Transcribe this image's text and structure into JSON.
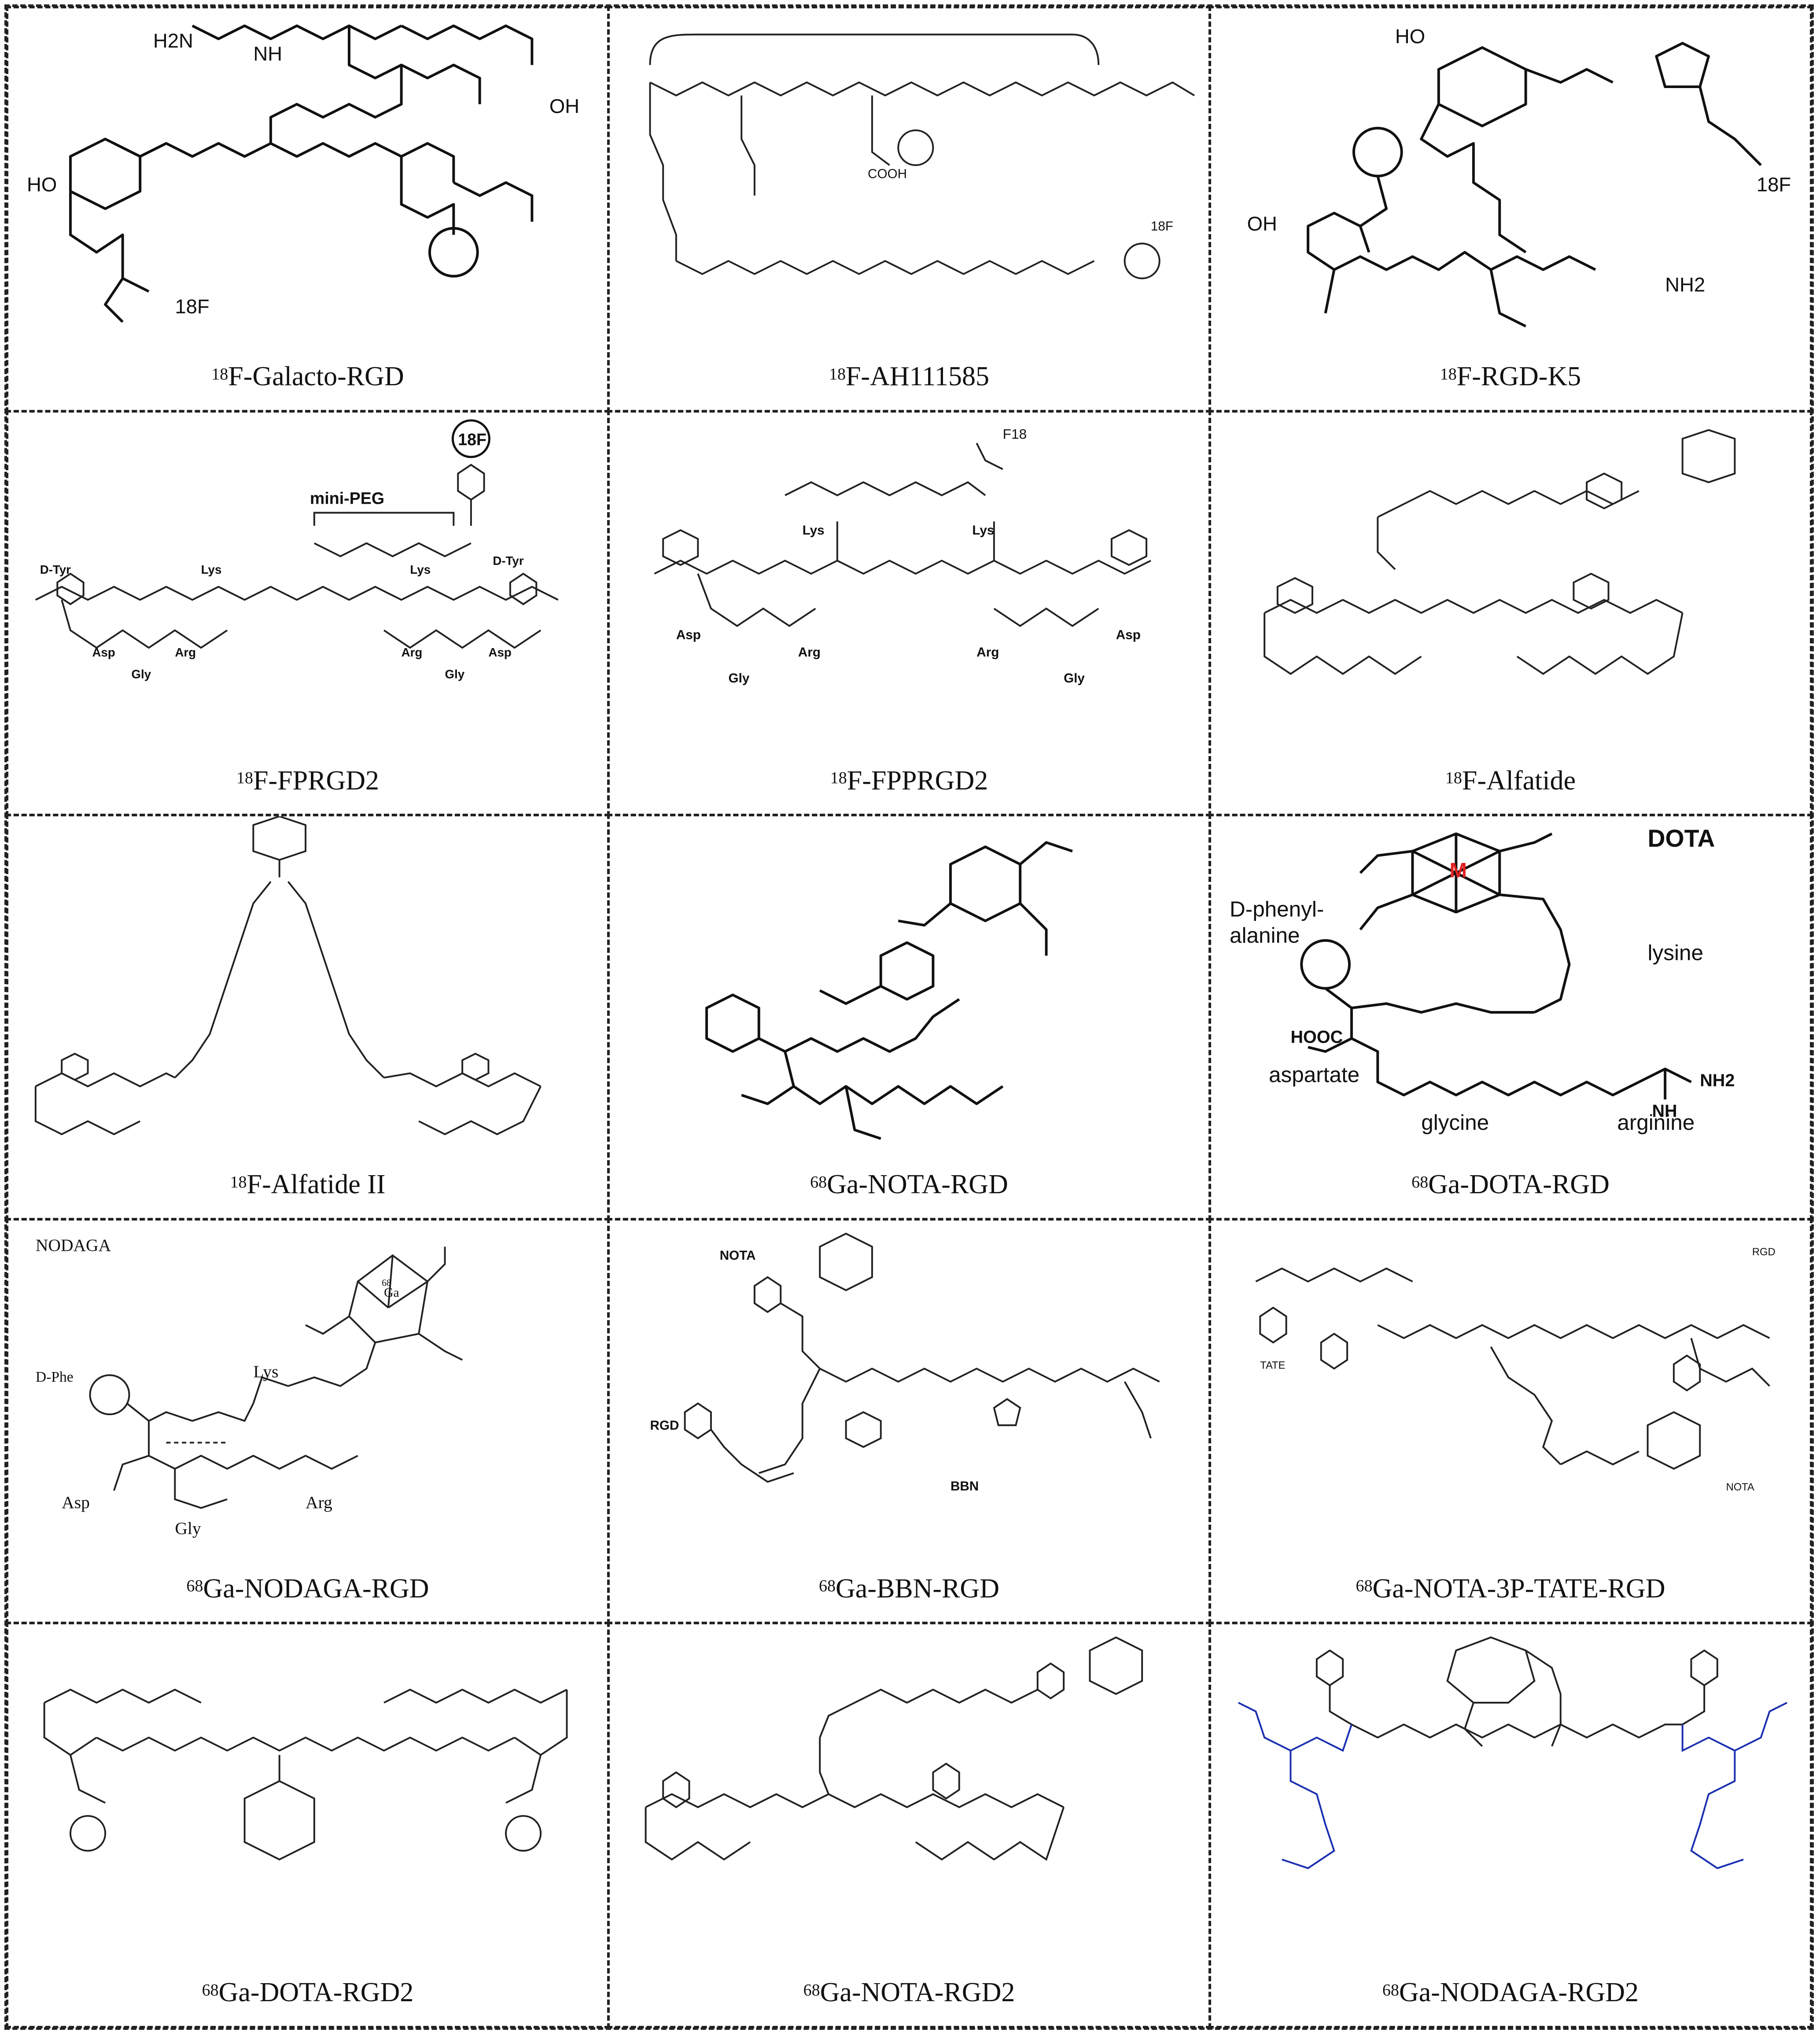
{
  "panels": [
    {
      "iso": "18",
      "name": "F-Galacto-RGD"
    },
    {
      "iso": "18",
      "name": "F-AH111585"
    },
    {
      "iso": "18",
      "name": "F-RGD-K5"
    },
    {
      "iso": "18",
      "name": "F-FPRGD2"
    },
    {
      "iso": "18",
      "name": "F-FPPRGD2"
    },
    {
      "iso": "18",
      "name": "F-Alfatide"
    },
    {
      "iso": "18",
      "name": "F-Alfatide II"
    },
    {
      "iso": "68",
      "name": "Ga-NOTA-RGD"
    },
    {
      "iso": "68",
      "name": "Ga-DOTA-RGD"
    },
    {
      "iso": "68",
      "name": "Ga-NODAGA-RGD"
    },
    {
      "iso": "68",
      "name": "Ga-BBN-RGD"
    },
    {
      "iso": "68",
      "name": "Ga-NOTA-3P-TATE-RGD"
    },
    {
      "iso": "68",
      "name": "Ga-DOTA-RGD2"
    },
    {
      "iso": "68",
      "name": "Ga-NOTA-RGD2"
    },
    {
      "iso": "68",
      "name": "Ga-NODAGA-RGD2"
    }
  ],
  "labels": {
    "fprgd2": {
      "badge": "18F",
      "peg": "mini-PEG",
      "dtyr": "D-Tyr",
      "lys": "Lys",
      "asp": "Asp",
      "arg": "Arg",
      "gly": "Gly"
    },
    "fpprgd2": {
      "f": "F18",
      "lys": "Lys",
      "asp": "Asp",
      "arg": "Arg",
      "gly": "Gly"
    },
    "dota_rgd": {
      "dota": "DOTA",
      "metal": "M",
      "dphe": "D-phenyl-",
      "dphe2": "alanine",
      "lysine": "lysine",
      "aspartate": "aspartate",
      "glycine": "glycine",
      "arginine": "arginine",
      "hooc": "HOOC",
      "nh2": "NH2",
      "nh": "NH"
    },
    "nodaga_rgd": {
      "nodaga": "NODAGA",
      "ga": "Ga",
      "gan": "68",
      "dphe": "D-Phe",
      "lys": "Lys",
      "asp": "Asp",
      "gly": "Gly",
      "arg": "Arg"
    },
    "bbn_rgd": {
      "nota": "NOTA",
      "rgd": "RGD",
      "bbn": "BBN"
    },
    "tate_rgd": {
      "rgd": "RGD",
      "tate": "TATE",
      "nota": "NOTA"
    },
    "galacto": {
      "h2n": "H2N",
      "nh": "NH",
      "oh": "OH",
      "ho": "HO",
      "f": "18F"
    },
    "k5": {
      "f": "18F",
      "nh2": "NH2",
      "ho": "HO",
      "oh": "OH"
    }
  }
}
